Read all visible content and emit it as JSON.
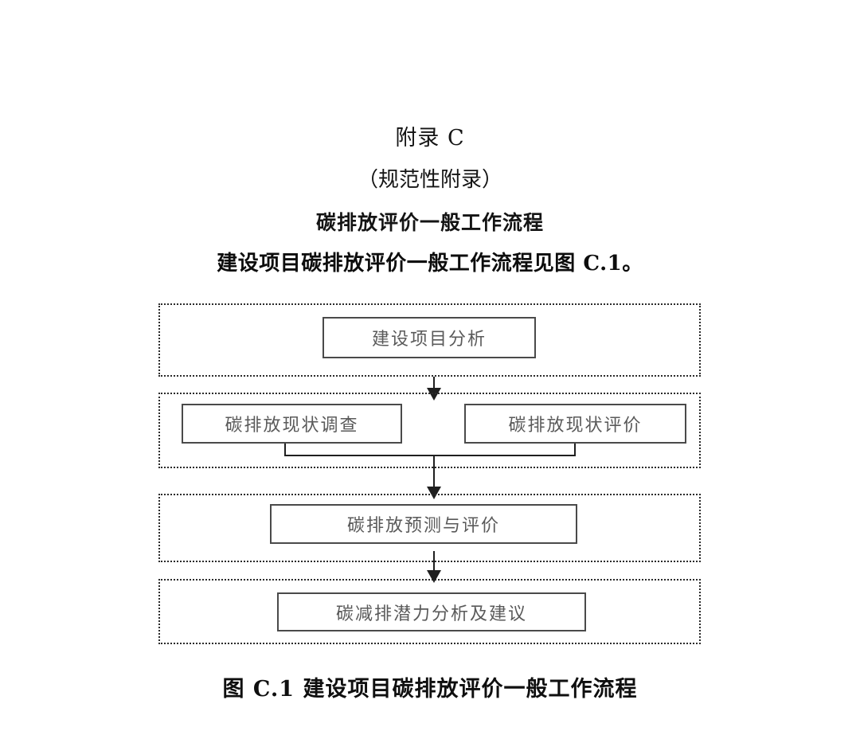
{
  "document": {
    "appendix_title": "附录 C",
    "appendix_kind": "（规范性附录）",
    "appendix_subject": "碳排放评价一般工作流程",
    "body_sentence": "建设项目碳排放评价一般工作流程见图 C.1。",
    "figure_caption": "图 C.1  建设项目碳排放评价一般工作流程"
  },
  "flowchart": {
    "box_border_color": "#4a4a4a",
    "box_text_color": "#5a5a5a",
    "container_border_color": "#2b2b2b",
    "connector_color": "#1f1f1f",
    "stages": [
      {
        "id": "stage-1",
        "nodes": [
          {
            "id": "node-project-analysis",
            "label": "建设项目分析"
          }
        ]
      },
      {
        "id": "stage-2",
        "nodes": [
          {
            "id": "node-emission-status-survey",
            "label": "碳排放现状调查"
          },
          {
            "id": "node-emission-status-assessment",
            "label": "碳排放现状评价"
          }
        ]
      },
      {
        "id": "stage-3",
        "nodes": [
          {
            "id": "node-emission-forecast-assessment",
            "label": "碳排放预测与评价"
          }
        ]
      },
      {
        "id": "stage-4",
        "nodes": [
          {
            "id": "node-reduction-potential-advice",
            "label": "碳减排潜力分析及建议"
          }
        ]
      }
    ]
  }
}
